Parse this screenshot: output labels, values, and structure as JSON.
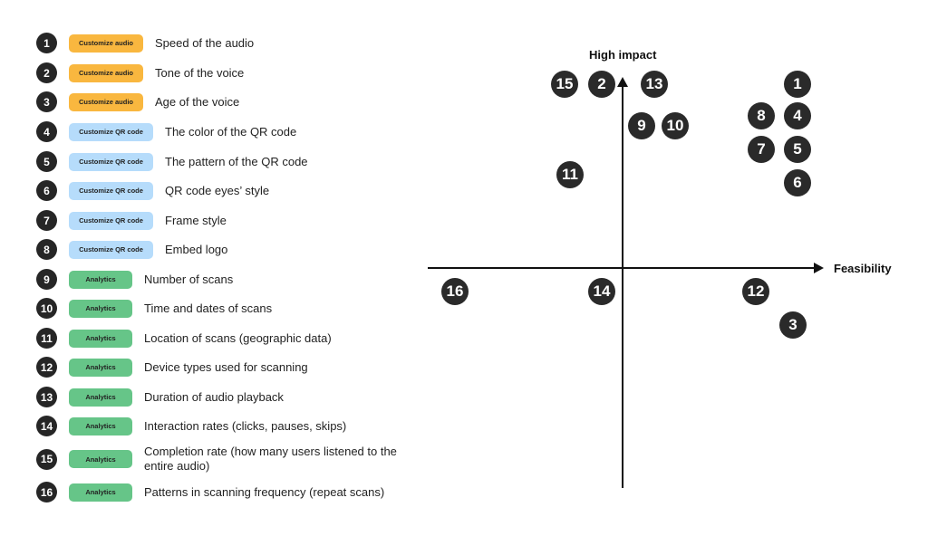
{
  "legend": [
    {
      "num": "1",
      "category": "Customize audio",
      "kind": "audio",
      "desc": "Speed of the audio"
    },
    {
      "num": "2",
      "category": "Customize audio",
      "kind": "audio",
      "desc": "Tone of the voice"
    },
    {
      "num": "3",
      "category": "Customize audio",
      "kind": "audio",
      "desc": "Age of the voice"
    },
    {
      "num": "4",
      "category": "Customize QR code",
      "kind": "qr",
      "desc": "The color of the QR code"
    },
    {
      "num": "5",
      "category": "Customize QR code",
      "kind": "qr",
      "desc": "The pattern of the QR code"
    },
    {
      "num": "6",
      "category": "Customize QR code",
      "kind": "qr",
      "desc": "QR code eyes’ style"
    },
    {
      "num": "7",
      "category": "Customize QR code",
      "kind": "qr",
      "desc": "Frame style"
    },
    {
      "num": "8",
      "category": "Customize QR code",
      "kind": "qr",
      "desc": "Embed logo"
    },
    {
      "num": "9",
      "category": "Analytics",
      "kind": "analytics",
      "desc": "Number of scans"
    },
    {
      "num": "10",
      "category": "Analytics",
      "kind": "analytics",
      "desc": "Time and dates of scans"
    },
    {
      "num": "11",
      "category": "Analytics",
      "kind": "analytics",
      "desc": "Location of scans (geographic data)"
    },
    {
      "num": "12",
      "category": "Analytics",
      "kind": "analytics",
      "desc": "Device types used for scanning"
    },
    {
      "num": "13",
      "category": "Analytics",
      "kind": "analytics",
      "desc": "Duration of audio playback"
    },
    {
      "num": "14",
      "category": "Analytics",
      "kind": "analytics",
      "desc": "Interaction rates (clicks, pauses, skips)"
    },
    {
      "num": "15",
      "category": "Analytics",
      "kind": "analytics",
      "desc": "Completion rate (how many users listened to the entire audio)"
    },
    {
      "num": "16",
      "category": "Analytics",
      "kind": "analytics",
      "desc": "Patterns in scanning frequency (repeat scans)"
    }
  ],
  "matrix": {
    "y_axis_label": "High impact",
    "x_axis_label": "Feasibility",
    "points": [
      "1",
      "2",
      "3",
      "4",
      "5",
      "6",
      "7",
      "8",
      "9",
      "10",
      "11",
      "12",
      "13",
      "14",
      "15",
      "16"
    ]
  },
  "colors": {
    "audio": "#f9b73f",
    "qr": "#b6dcfb",
    "analytics": "#66c588",
    "marker": "#2a2a2a"
  }
}
